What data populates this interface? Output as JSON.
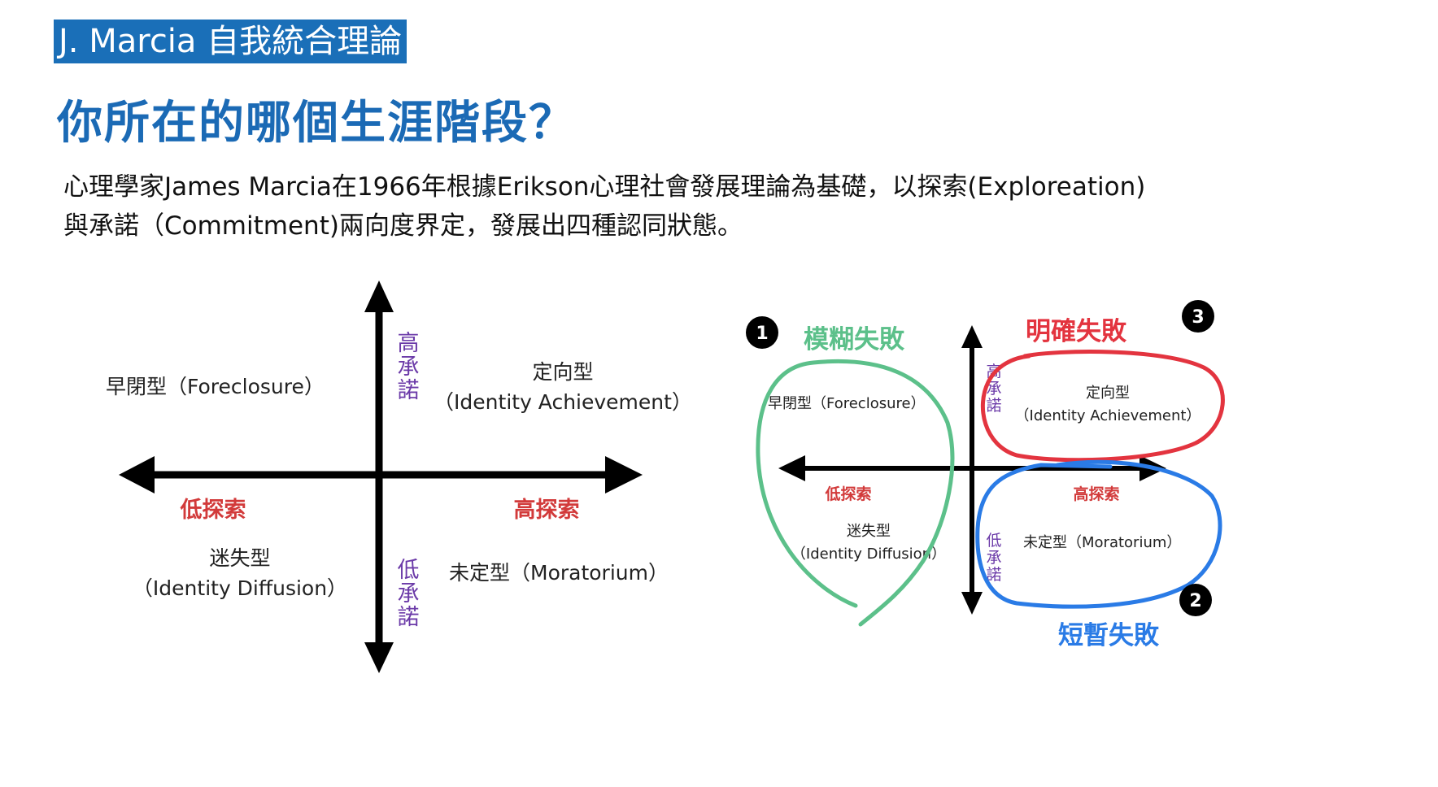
{
  "header": {
    "tag": "J. Marcia 自我統合理論",
    "title": "你所在的哪個生涯階段？"
  },
  "intro": {
    "line1": "心理學家James Marcia在1966年根據Erikson心理社會發展理論為基礎，以探索(Exploreation)",
    "line2": "與承諾（Commitment)兩向度界定，發展出四種認同狀態。"
  },
  "left_diagram": {
    "q_top_left": "早閉型（Foreclosure）",
    "q_top_right_1": "定向型",
    "q_top_right_2": "（Identity Achievement）",
    "q_bottom_left_1": "迷失型",
    "q_bottom_left_2": "（Identity Diffusion）",
    "q_bottom_right": "未定型（Moratorium）",
    "low_explore": "低探索",
    "high_explore": "高探索",
    "high_commit": [
      "高",
      "承",
      "諾"
    ],
    "low_commit": [
      "低",
      "承",
      "諾"
    ]
  },
  "right_diagram": {
    "q_top_left": "早閉型（Foreclosure）",
    "q_top_right_1": "定向型",
    "q_top_right_2": "（Identity Achievement）",
    "q_bottom_left_1": "迷失型",
    "q_bottom_left_2": "（Identity Diffusion）",
    "q_bottom_right": "未定型（Moratorium）",
    "low_explore": "低探索",
    "high_explore": "高探索",
    "high_commit": [
      "高",
      "承",
      "諾"
    ],
    "low_commit": [
      "低",
      "承",
      "諾"
    ],
    "failure_1": {
      "number": "1",
      "label": "模糊失敗",
      "color": "#5cc08a"
    },
    "failure_2": {
      "number": "2",
      "label": "短暫失敗",
      "color": "#2a7be6"
    },
    "failure_3": {
      "number": "3",
      "label": "明確失敗",
      "color": "#e3343f"
    }
  }
}
